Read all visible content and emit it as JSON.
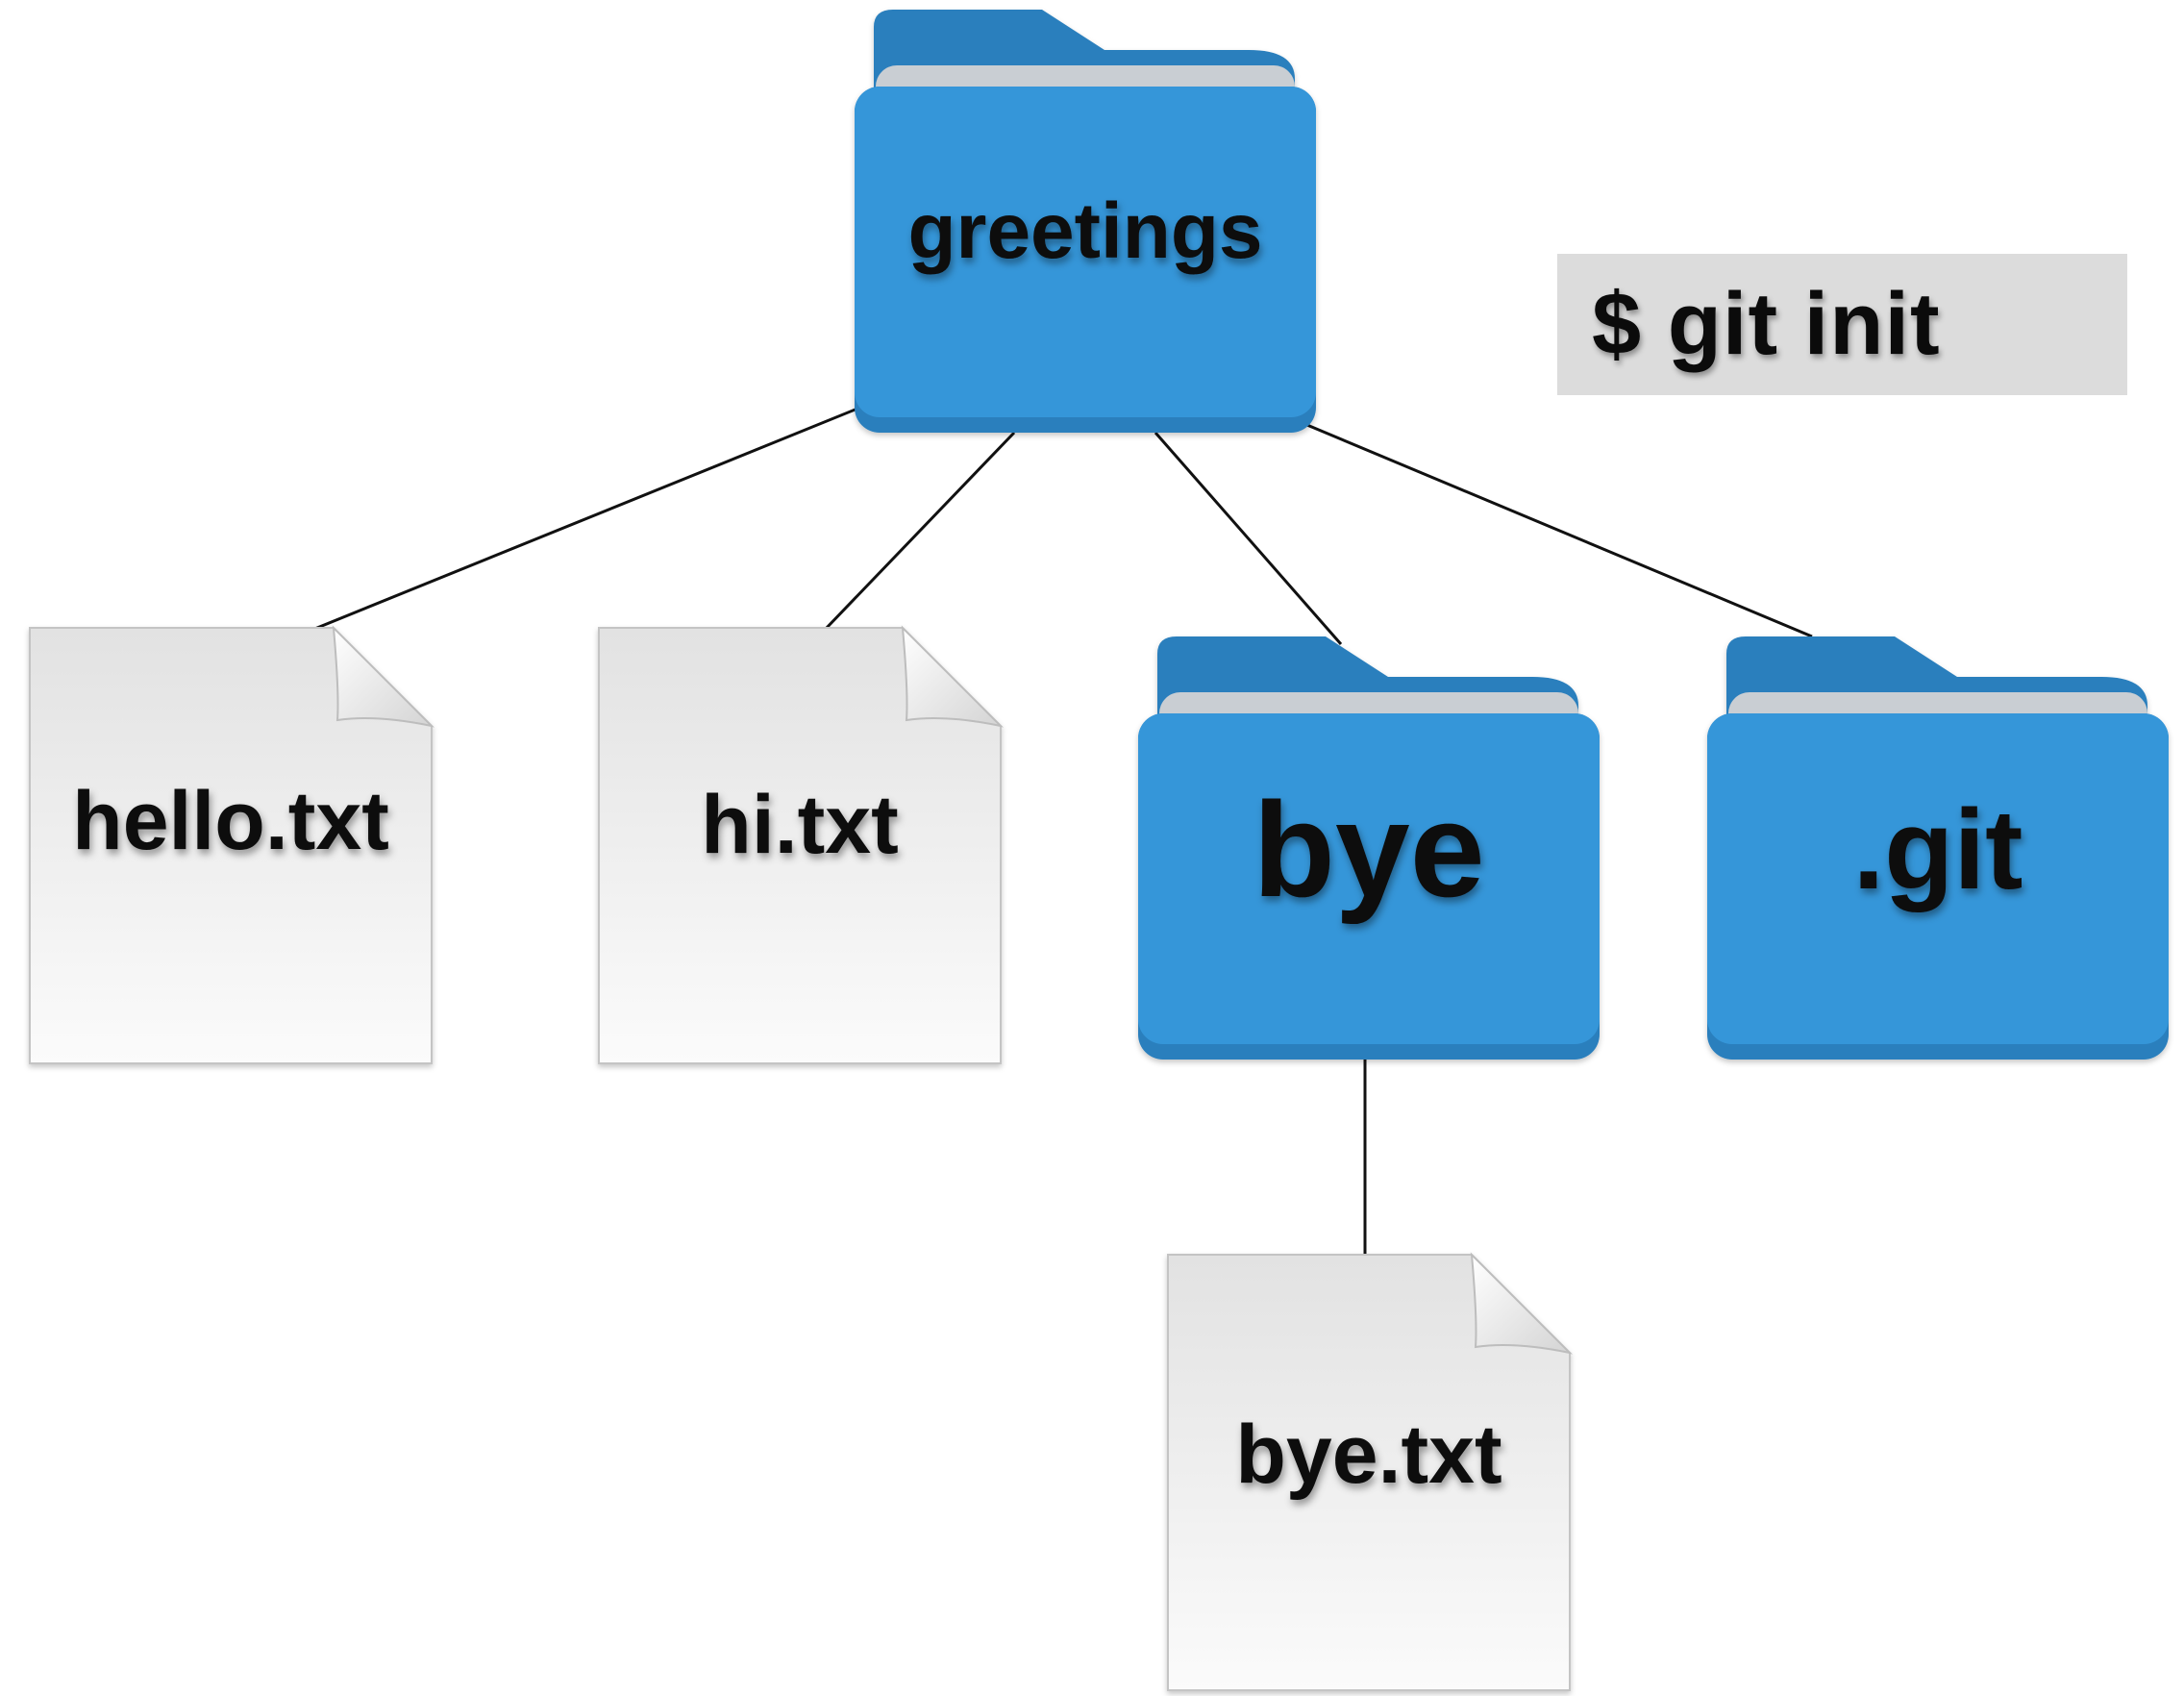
{
  "diagram": {
    "root": {
      "name": "greetings",
      "kind": "folder"
    },
    "children": [
      {
        "name": "hello.txt",
        "kind": "file"
      },
      {
        "name": "hi.txt",
        "kind": "file"
      },
      {
        "name": "bye",
        "kind": "folder",
        "children": [
          {
            "name": "bye.txt",
            "kind": "file"
          }
        ]
      },
      {
        "name": ".git",
        "kind": "folder"
      }
    ]
  },
  "command": {
    "text": "$ git init"
  },
  "colors": {
    "folder_front": "#3596d9",
    "folder_back": "#2a7fbd",
    "folder_paper": "#c9ced3",
    "file_paper": "#eeeeee",
    "command_bg": "#dcdcdc",
    "connector": "#111111"
  },
  "icons": {
    "folder": "folder-icon",
    "file": "document-icon"
  }
}
